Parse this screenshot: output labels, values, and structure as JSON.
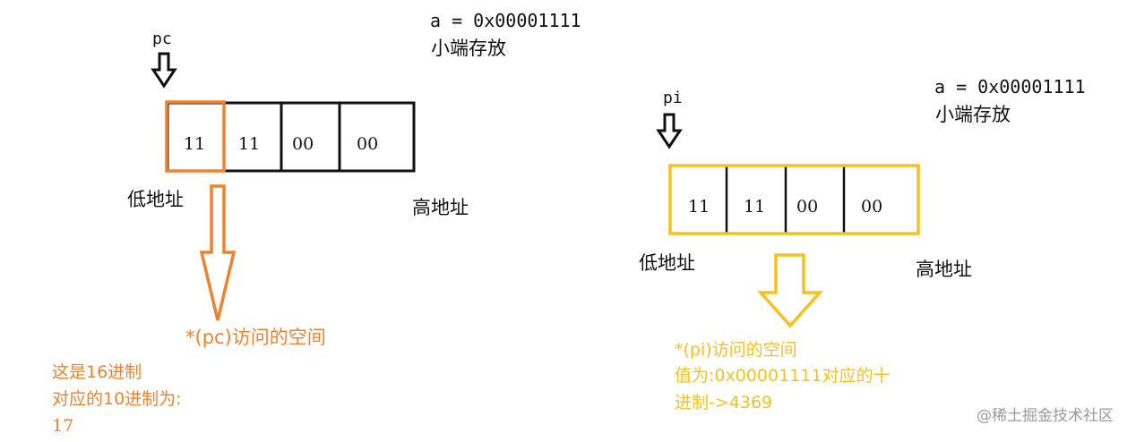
{
  "left": {
    "value_label": "a = 0x00001111",
    "endian_label": "小端存放",
    "pointer_name": "pc",
    "cells": [
      "11",
      "11",
      "00",
      "00"
    ],
    "low_address": "低地址",
    "high_address": "高地址",
    "access_label": "*(pc)访问的空间",
    "note_lines": [
      "这是16进制",
      "对应的10进制为:",
      "17"
    ],
    "accent_color": "#f0822c"
  },
  "right": {
    "value_label": "a = 0x00001111",
    "endian_label": "小端存放",
    "pointer_name": "pi",
    "cells": [
      "11",
      "11",
      "00",
      "00"
    ],
    "low_address": "低地址",
    "high_address": "高地址",
    "access_label": "*(pi)访问的空间",
    "note_lines": [
      "值为:0x00001111对应的十",
      "进制->4369"
    ],
    "accent_color": "#f5c21a"
  },
  "watermark": "@稀土掘金技术社区"
}
